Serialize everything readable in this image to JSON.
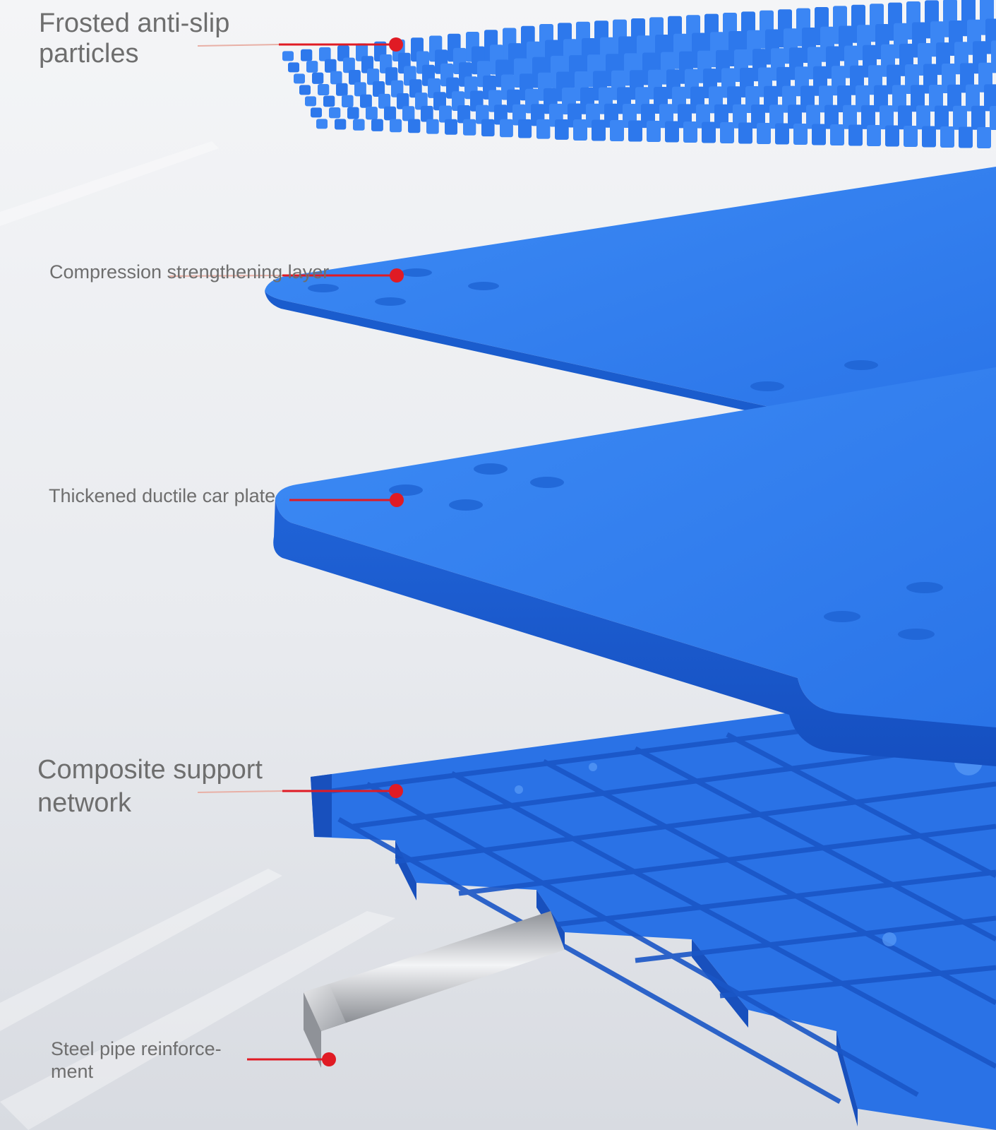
{
  "layers": [
    {
      "id": "frosted",
      "label": "Frosted anti-slip\nparticles"
    },
    {
      "id": "compression",
      "label": "Compression strengthening layer"
    },
    {
      "id": "thickened",
      "label": "Thickened ductile car plate"
    },
    {
      "id": "composite",
      "label": "Composite support\nnetwork"
    },
    {
      "id": "steel",
      "label": "Steel pipe reinforce-\nment"
    }
  ],
  "colors": {
    "pallet_blue": "#2f7ef0",
    "pallet_blue_dark": "#1756c9",
    "callout_red": "#e01b24",
    "label_gray": "#6e6e6e",
    "steel": "#b9bcc2"
  }
}
